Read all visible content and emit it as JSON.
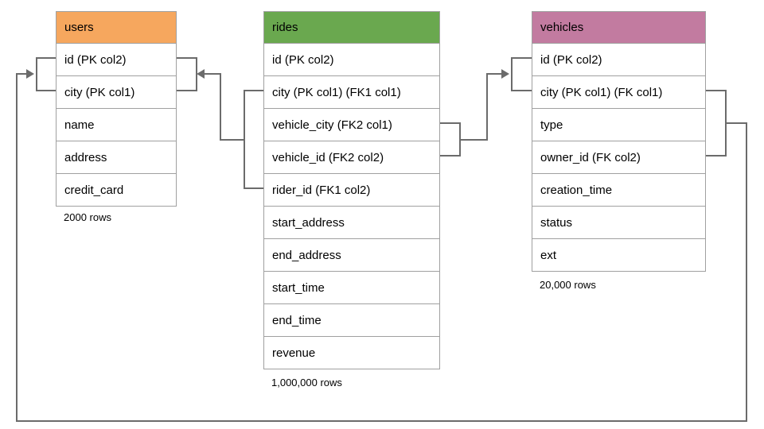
{
  "diagram": {
    "title": "database schema diagram",
    "line_color": "#6b6b6b",
    "border_color": "#a0a0a0",
    "tables": [
      {
        "name": "users",
        "header_color": "#f6a75e",
        "columns": [
          "id (PK col2)",
          "city (PK col1)",
          "name",
          "address",
          "credit_card"
        ],
        "row_count": "2000 rows"
      },
      {
        "name": "rides",
        "header_color": "#6aa84f",
        "columns": [
          "id (PK col2)",
          "city (PK col1) (FK1 col1)",
          "vehicle_city (FK2 col1)",
          "vehicle_id (FK2 col2)",
          "rider_id (FK1 col2)",
          "start_address",
          "end_address",
          "start_time",
          "end_time",
          "revenue"
        ],
        "row_count": "1,000,000 rows"
      },
      {
        "name": "vehicles",
        "header_color": "#c27ba0",
        "columns": [
          "id (PK col2)",
          "city (PK col1) (FK col1)",
          "type",
          "owner_id (FK col2)",
          "creation_time",
          "status",
          "ext"
        ],
        "row_count": "20,000 rows"
      }
    ],
    "relationships": [
      {
        "name": "rides-to-users",
        "from_table": "rides",
        "from_columns": [
          "city (PK col1) (FK1 col1)",
          "rider_id (FK1 col2)"
        ],
        "to_table": "users",
        "to_columns": [
          "id (PK col2)",
          "city (PK col1)"
        ]
      },
      {
        "name": "rides-to-vehicles",
        "from_table": "rides",
        "from_columns": [
          "vehicle_city (FK2 col1)",
          "vehicle_id (FK2 col2)"
        ],
        "to_table": "vehicles",
        "to_columns": [
          "id (PK col2)",
          "city (PK col1) (FK col1)"
        ]
      },
      {
        "name": "vehicles-to-users",
        "from_table": "vehicles",
        "from_columns": [
          "city (PK col1) (FK col1)",
          "owner_id (FK col2)"
        ],
        "to_table": "users",
        "to_columns": [
          "id (PK col2)",
          "city (PK col1)"
        ]
      }
    ]
  }
}
